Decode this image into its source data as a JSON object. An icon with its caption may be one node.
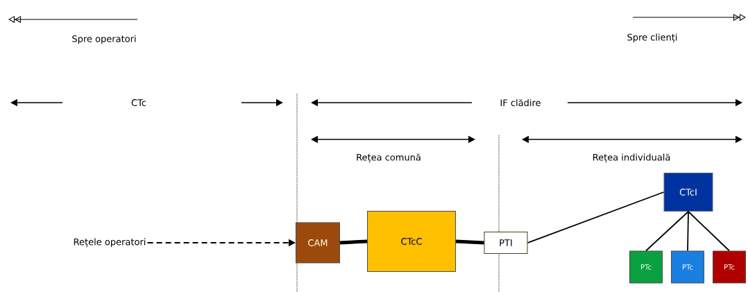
{
  "diagram": {
    "nodes": [
      {
        "text": [
          "Rețele operatori"
        ]
      },
      {
        "text": [
          "CAM"
        ]
      },
      {
        "text": [
          "CTcC"
        ]
      },
      {
        "text": [
          "PTI"
        ]
      },
      {
        "text": [
          "CTcI"
        ]
      },
      {
        "text": [
          "PTc"
        ]
      },
      {
        "text": [
          "PTc"
        ]
      },
      {
        "text": [
          "PTc"
        ]
      }
    ],
    "edges": [
      {
        "from": 0,
        "to": 1,
        "arrow": "to",
        "style": "dashed"
      },
      {
        "from": 1,
        "to": 2,
        "arrow": "none",
        "style": "thick"
      },
      {
        "from": 2,
        "to": 3,
        "arrow": "none",
        "style": "thick"
      },
      {
        "from": 3,
        "to": 4,
        "arrow": "none"
      },
      {
        "from": 4,
        "to": 5,
        "arrow": "none"
      },
      {
        "from": 4,
        "to": 6,
        "arrow": "none"
      },
      {
        "from": 4,
        "to": 7,
        "arrow": "none"
      }
    ],
    "labels": [
      "Spre operatori",
      "Spre clienți",
      "CTc",
      "IF clădire",
      "Rețea comună",
      "Rețea individuală"
    ]
  }
}
